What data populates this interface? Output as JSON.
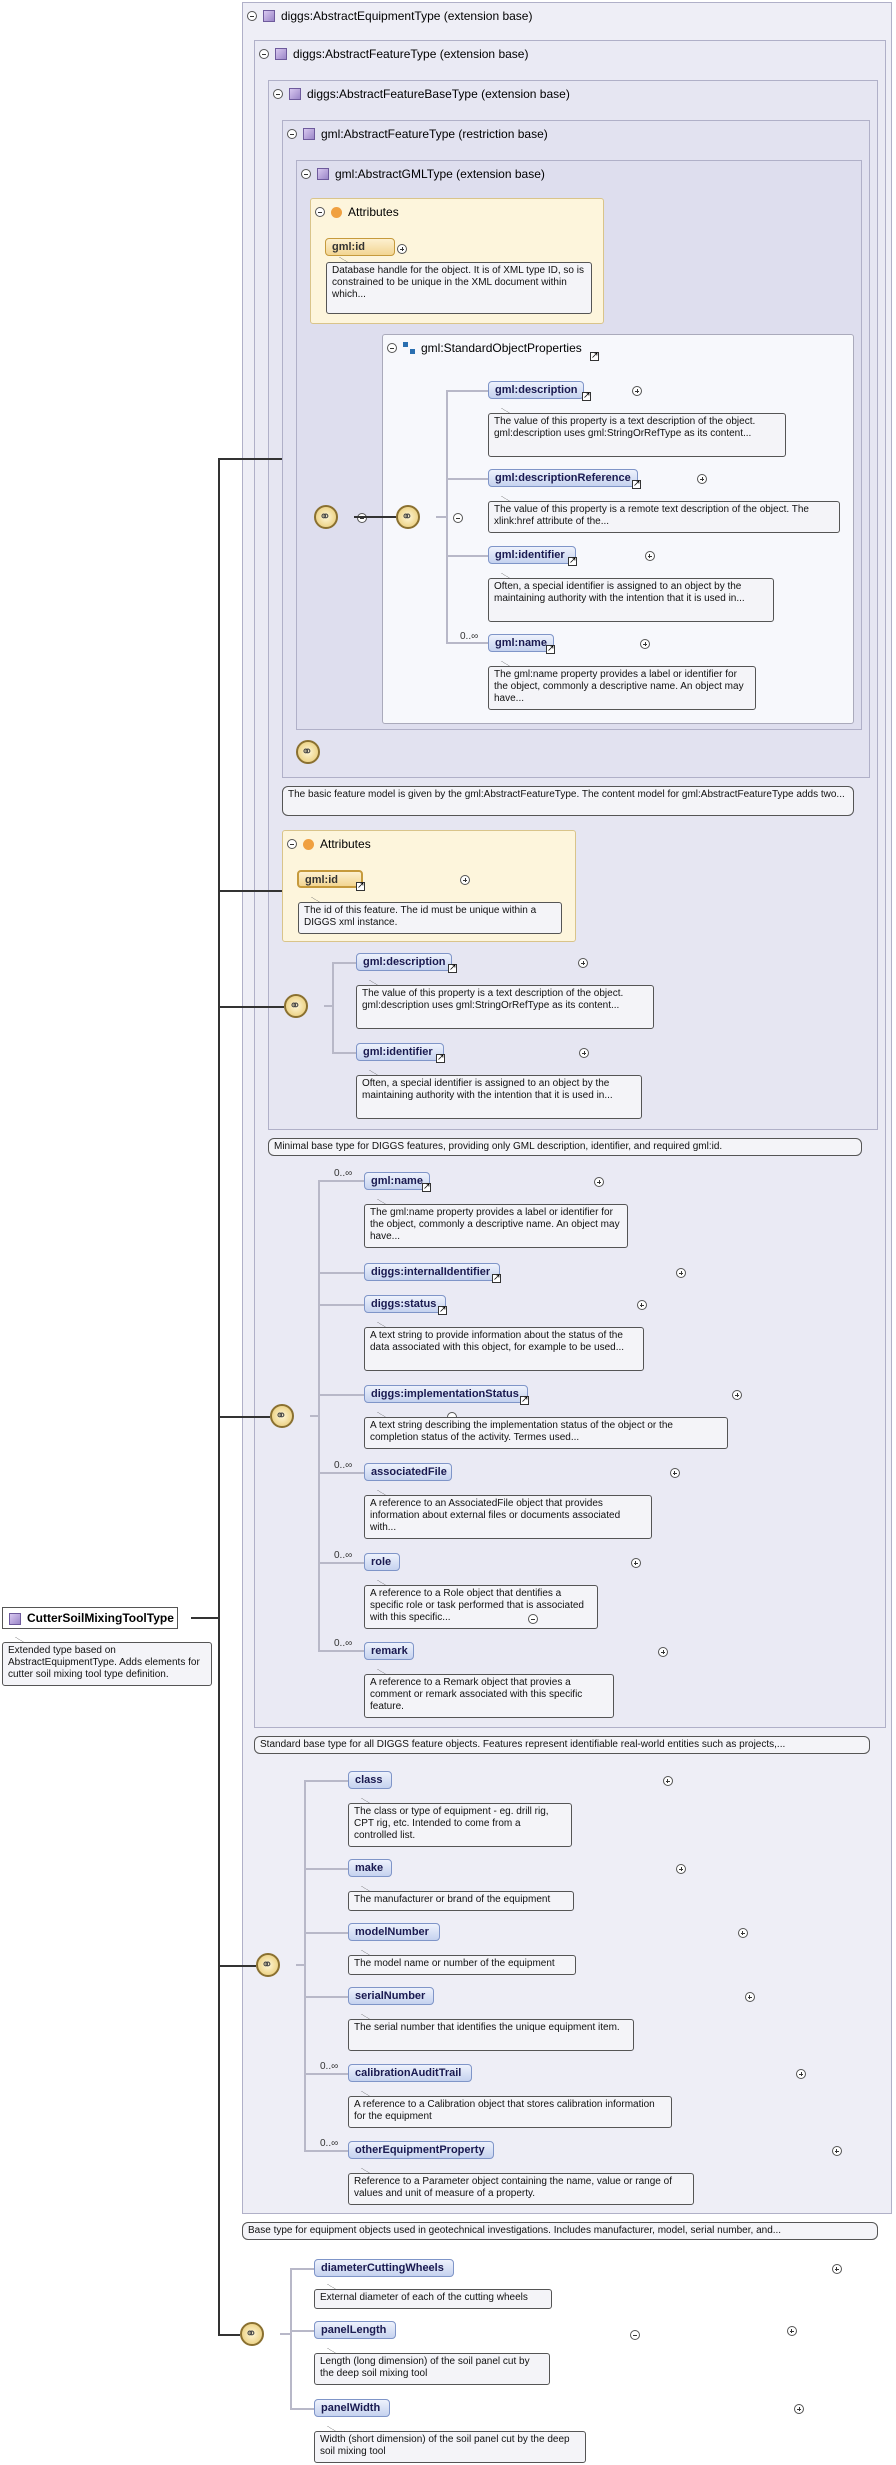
{
  "boxes": {
    "equip": "diggs:AbstractEquipmentType (extension base)",
    "feature": "diggs:AbstractFeatureType (extension base)",
    "featureBase": "diggs:AbstractFeatureBaseType (extension base)",
    "gmlFeature": "gml:AbstractFeatureType (restriction base)",
    "gmlType": "gml:AbstractGMLType (extension base)",
    "attributes": "Attributes",
    "stdProps": "gml:StandardObjectProperties"
  },
  "elements": {
    "gmlId1": "gml:id",
    "gmlId2": "gml:id",
    "gmlDescription": "gml:description",
    "gmlDescriptionReference": "gml:descriptionReference",
    "gmlIdentifier": "gml:identifier",
    "gmlName": "gml:name",
    "gmlDescription2": "gml:description",
    "gmlIdentifier2": "gml:identifier",
    "gmlName2": "gml:name",
    "internalIdentifier": "diggs:internalIdentifier",
    "status": "diggs:status",
    "implementationStatus": "diggs:implementationStatus",
    "associatedFile": "associatedFile",
    "role": "role",
    "remark": "remark",
    "class": "class",
    "make": "make",
    "modelNumber": "modelNumber",
    "serialNumber": "serialNumber",
    "calibrationAuditTrail": "calibrationAuditTrail",
    "otherEquipmentProperty": "otherEquipmentProperty",
    "diameterCuttingWheels": "diameterCuttingWheels",
    "panelLength": "panelLength",
    "panelWidth": "panelWidth",
    "root": "CutterSoilMixingToolType"
  },
  "multiplicity": "0..∞",
  "notes": {
    "gmlId1": "Database handle for the object. It is of XML type ID, so is constrained to be unique in the XML document within which...",
    "gmlDescription": "The value of this property is a text description of the object. gml:description uses gml:StringOrRefType as its content...",
    "gmlDescriptionReference": "The value of this property is a remote text description of the object. The xlink:href attribute of the...",
    "gmlIdentifier": "Often, a special identifier is assigned to an object by the maintaining authority with the intention that it is used in...",
    "gmlName": "The gml:name property provides a label or identifier for the object, commonly a descriptive name. An object may have...",
    "gmlFeature": "The basic feature model is given by the gml:AbstractFeatureType. The content model for gml:AbstractFeatureType adds two...",
    "gmlId2": "The id of this feature. The id must be unique within a DIGGS xml instance.",
    "gmlDescription2": "The value of this property is a text description of the object. gml:description uses gml:StringOrRefType as its content...",
    "gmlIdentifier2": "Often, a special identifier is assigned to an object by the maintaining authority with the intention that it is used in...",
    "featureBase": "Minimal base type for DIGGS features, providing only GML description, identifier, and required gml:id.",
    "gmlName2": "The gml:name property provides a label or identifier for the object, commonly a descriptive name. An object may have...",
    "status": "A text string to provide information about the status of the data associated with this object, for example to be used...",
    "implementationStatus": "A text string describing the implementation status of the object or the completion status of the activity. Termes used...",
    "associatedFile": "A reference to an AssociatedFile object that provides information about external files or documents associated with...",
    "role": "A reference to a Role object that dentifies a specific role or task performed that is associated with this specific...",
    "remark": "A reference to a Remark object that provies a comment or remark associated with this specific feature.",
    "feature": "Standard base type for all DIGGS feature objects. Features represent identifiable real-world entities such as projects,...",
    "class": "The class or type of equipment - eg. drill rig, CPT rig, etc. Intended to come from a controlled list.",
    "make": "The manufacturer or brand of the equipment",
    "modelNumber": "The model name or number of the equipment",
    "serialNumber": "The serial number that identifies the unique equipment item.",
    "calibrationAuditTrail": "A reference to a Calibration object that stores calibration information for the equipment",
    "otherEquipmentProperty": "Reference to a Parameter object containing the name, value or range of values and unit of measure of a property.",
    "equip": "Base type for equipment objects used in geotechnical investigations. Includes manufacturer, model, serial number, and...",
    "root": "Extended type based on AbstractEquipmentType. Adds elements for cutter soil mixing tool type definition.",
    "diameterCuttingWheels": "External diameter of each of the cutting wheels",
    "panelLength": "Length (long dimension) of the soil panel cut by the deep soil mixing tool",
    "panelWidth": "Width (short dimension) of the soil panel cut by the deep soil mixing tool"
  }
}
